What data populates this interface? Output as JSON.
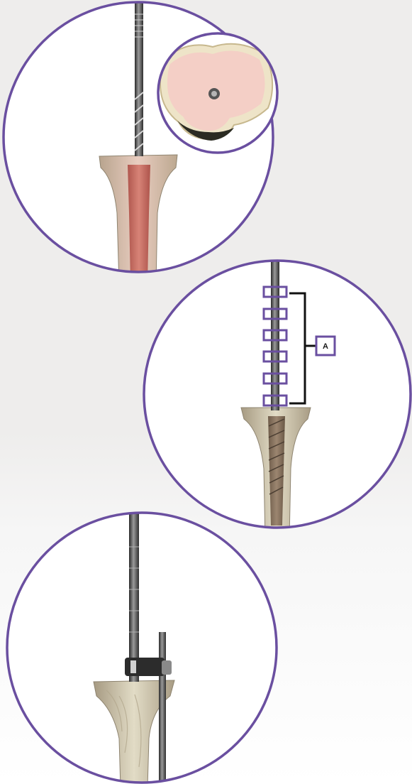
{
  "figure": {
    "accent_color": "#6a4fa0",
    "panels": [
      {
        "name": "reamer-insertion-panel",
        "inset": "bone-cross-section"
      },
      {
        "name": "depth-markings-panel",
        "callout_label": "A"
      },
      {
        "name": "guide-clamp-panel"
      }
    ]
  }
}
